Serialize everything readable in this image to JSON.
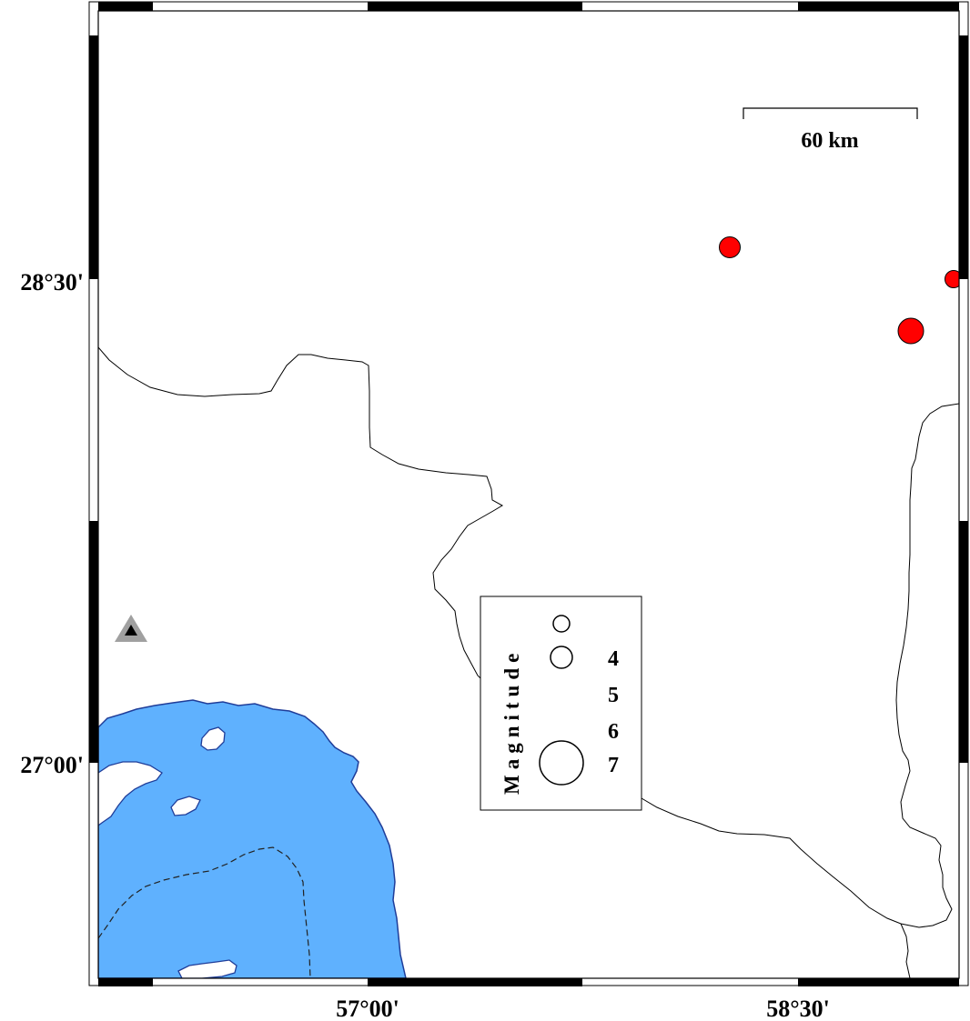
{
  "map": {
    "axes": {
      "lat_labels": [
        "28°30'",
        "27°00'"
      ],
      "lon_labels": [
        "57°00'",
        "58°30'"
      ]
    },
    "scale_bar": {
      "label": "60 km"
    },
    "legend": {
      "title": "Magnitude",
      "entries": [
        "4",
        "5",
        "6",
        "7"
      ]
    },
    "colors": {
      "water": "#5fb1fe",
      "coastline": "#1f3d99",
      "earthquake": "#ff0000",
      "station": "#a0a0a0",
      "border": "#000000"
    },
    "icons": {
      "earthquake": "red-circle-marker",
      "station": "triangle-marker"
    }
  }
}
